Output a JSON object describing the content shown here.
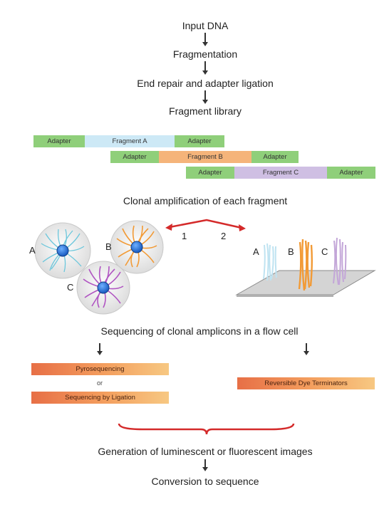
{
  "workflow": {
    "input": "Input DNA",
    "fragmentation": "Fragmentation",
    "end_repair": "End repair and adapter ligation",
    "library": "Fragment library"
  },
  "fragments": {
    "adapter": "Adapter",
    "fragment_a": "Fragment A",
    "fragment_b": "Fragment B",
    "fragment_c": "Fragment C"
  },
  "amplification": {
    "title": "Clonal amplification of each fragment",
    "path_1": "1",
    "path_2": "2",
    "label_a": "A",
    "label_b": "B",
    "label_c": "C"
  },
  "sequencing": {
    "title": "Sequencing of clonal amplicons in a flow cell",
    "pyro": "Pyrosequencing",
    "or": "or",
    "ligation": "Sequencing by Ligation",
    "reversible": "Reversible Dye Terminators"
  },
  "output": {
    "imaging": "Generation of luminescent or fluorescent images",
    "conversion": "Conversion to sequence"
  },
  "colors": {
    "adapter": "#8fcf7a",
    "fragment_a": "#cde9f6",
    "fragment_b": "#f5b47a",
    "fragment_c": "#cfbfe3",
    "red_arrow": "#d42a2a"
  }
}
